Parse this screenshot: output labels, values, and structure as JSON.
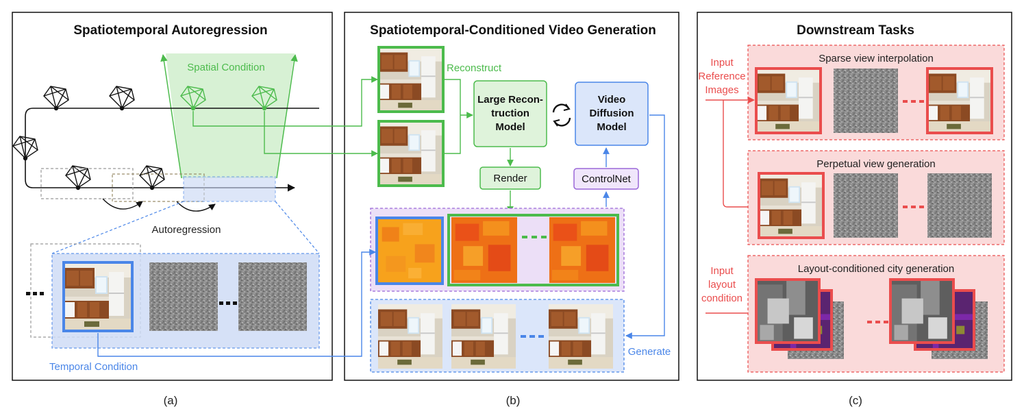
{
  "panels": {
    "a": {
      "title": "Spatiotemporal Autoregression",
      "caption": "(a)",
      "spatial_condition": "Spatial Condition",
      "autoregression": "Autoregression",
      "temporal_condition": "Temporal Condition"
    },
    "b": {
      "title": "Spatiotemporal-Conditioned Video Generation",
      "caption": "(b)",
      "reconstruct": "Reconstruct",
      "lrm_line1": "Large Recon-",
      "lrm_line2": "truction",
      "lrm_line3": "Model",
      "vdm_line1": "Video",
      "vdm_line2": "Diffusion",
      "vdm_line3": "Model",
      "render": "Render",
      "controlnet": "ControlNet",
      "generate": "Generate"
    },
    "c": {
      "title": "Downstream Tasks",
      "caption": "(c)",
      "input_ref_line1": "Input",
      "input_ref_line2": "Reference",
      "input_ref_line3": "Images",
      "sparse": "Sparse view interpolation",
      "perpetual": "Perpetual view generation",
      "input_layout_line1": "Input",
      "input_layout_line2": "layout",
      "input_layout_line3": "condition",
      "layout": "Layout-conditioned city generation"
    }
  },
  "colors": {
    "green": "#4cbb4c",
    "blue": "#4a86e8",
    "red": "#ea4d4d",
    "purple": "#9a67d8"
  }
}
